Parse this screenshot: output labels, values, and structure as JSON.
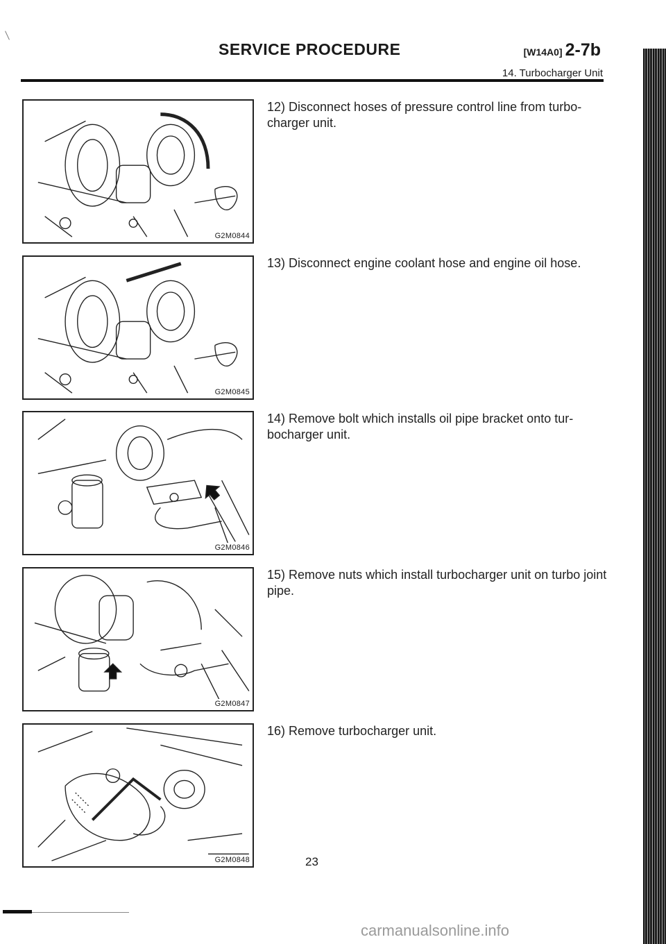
{
  "header": {
    "title": "SERVICE PROCEDURE",
    "section_code": "[W14A0]",
    "page_code": "2-7b",
    "subtitle": "14. Turbocharger Unit"
  },
  "figures": [
    {
      "label": "G2M0844"
    },
    {
      "label": "G2M0845"
    },
    {
      "label": "G2M0846"
    },
    {
      "label": "G2M0847"
    },
    {
      "label": "G2M0848"
    }
  ],
  "steps": [
    {
      "text": "12) Disconnect hoses of pressure control line from turbo- charger unit."
    },
    {
      "text": "13) Disconnect engine coolant hose and engine oil hose."
    },
    {
      "text": "14) Remove bolt which installs oil pipe bracket onto tur- bocharger unit."
    },
    {
      "text": "15) Remove nuts which install turbocharger unit on turbo joint pipe."
    },
    {
      "text": "16) Remove turbocharger unit."
    }
  ],
  "page_number": "23",
  "watermark": "carmanualsonline.info"
}
